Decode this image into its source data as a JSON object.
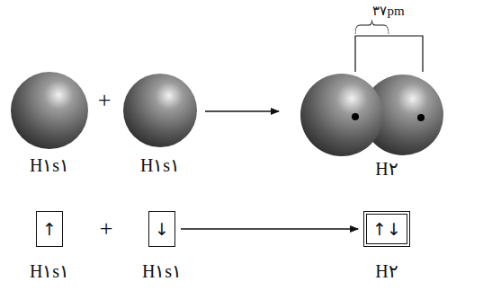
{
  "diagram": {
    "nodes": [
      {
        "text": [
          "↑"
        ]
      },
      {
        "text": [
          "↓"
        ]
      },
      {
        "text": [
          "↑↓"
        ]
      }
    ],
    "edges": [
      {
        "from": 1,
        "to": 2,
        "arrow": "to"
      }
    ],
    "labels": [
      "۳۷pm",
      "+",
      "H۱s۱",
      "H۱s۱",
      "H۲",
      "+",
      "H۱s۱",
      "H۱s۱",
      "H۲"
    ]
  }
}
